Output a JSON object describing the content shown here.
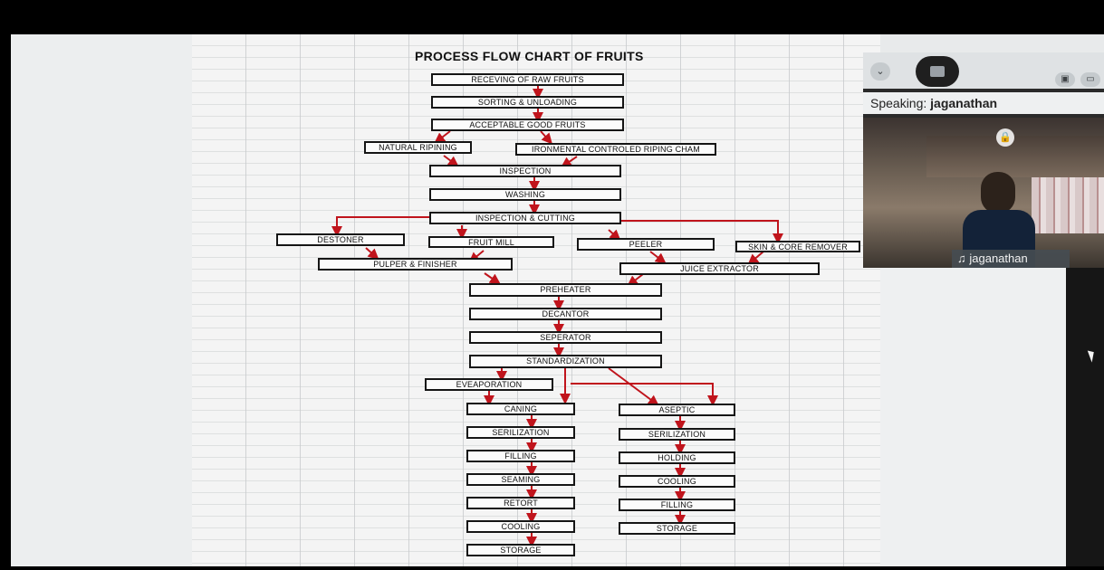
{
  "chart": {
    "title": "PROCESS FLOW CHART OF FRUITS",
    "steps": {
      "receiving": "RECEVING OF RAW FRUITS",
      "sorting": "SORTING & UNLOADING",
      "acceptable": "ACCEPTABLE GOOD FRUITS",
      "natural": "NATURAL RIPINING",
      "environmental": "IRONMENTAL CONTROLED RIPING CHAM",
      "inspection": "INSPECTION",
      "washing": "WASHING",
      "inspection_cutting": "INSPECTION & CUTTING",
      "destoner": "DESTONER",
      "fruit_mill": "FRUIT MILL",
      "peeler": "PEELER",
      "skin_core": "SKIN & CORE REMOVER",
      "pulper": "PULPER & FINISHER",
      "juice_extractor": "JUICE EXTRACTOR",
      "preheater": "PREHEATER",
      "decantor": "DECANTOR",
      "seperator": "SEPERATOR",
      "standardization": "STANDARDIZATION",
      "evaporation": "EVEAPORATION",
      "caning": "CANING",
      "serilization_left": "SERILIZATION",
      "filling_left": "FILLING",
      "seaming": "SEAMING",
      "retort": "RETORT",
      "cooling_left": "COOLING",
      "storage_left": "STORAGE",
      "aseptic": "ASEPTIC",
      "serilization_right": "SERILIZATION",
      "holding": "HOLDING",
      "cooling_right": "COOLING",
      "filling_right": "FILLING",
      "storage_right": "STORAGE"
    }
  },
  "meeting": {
    "speaking_label": "Speaking:",
    "speaker_name": "jaganathan",
    "participant_name": "jaganathan"
  },
  "colors": {
    "arrow": "#c0141c",
    "box_border": "#151515"
  }
}
